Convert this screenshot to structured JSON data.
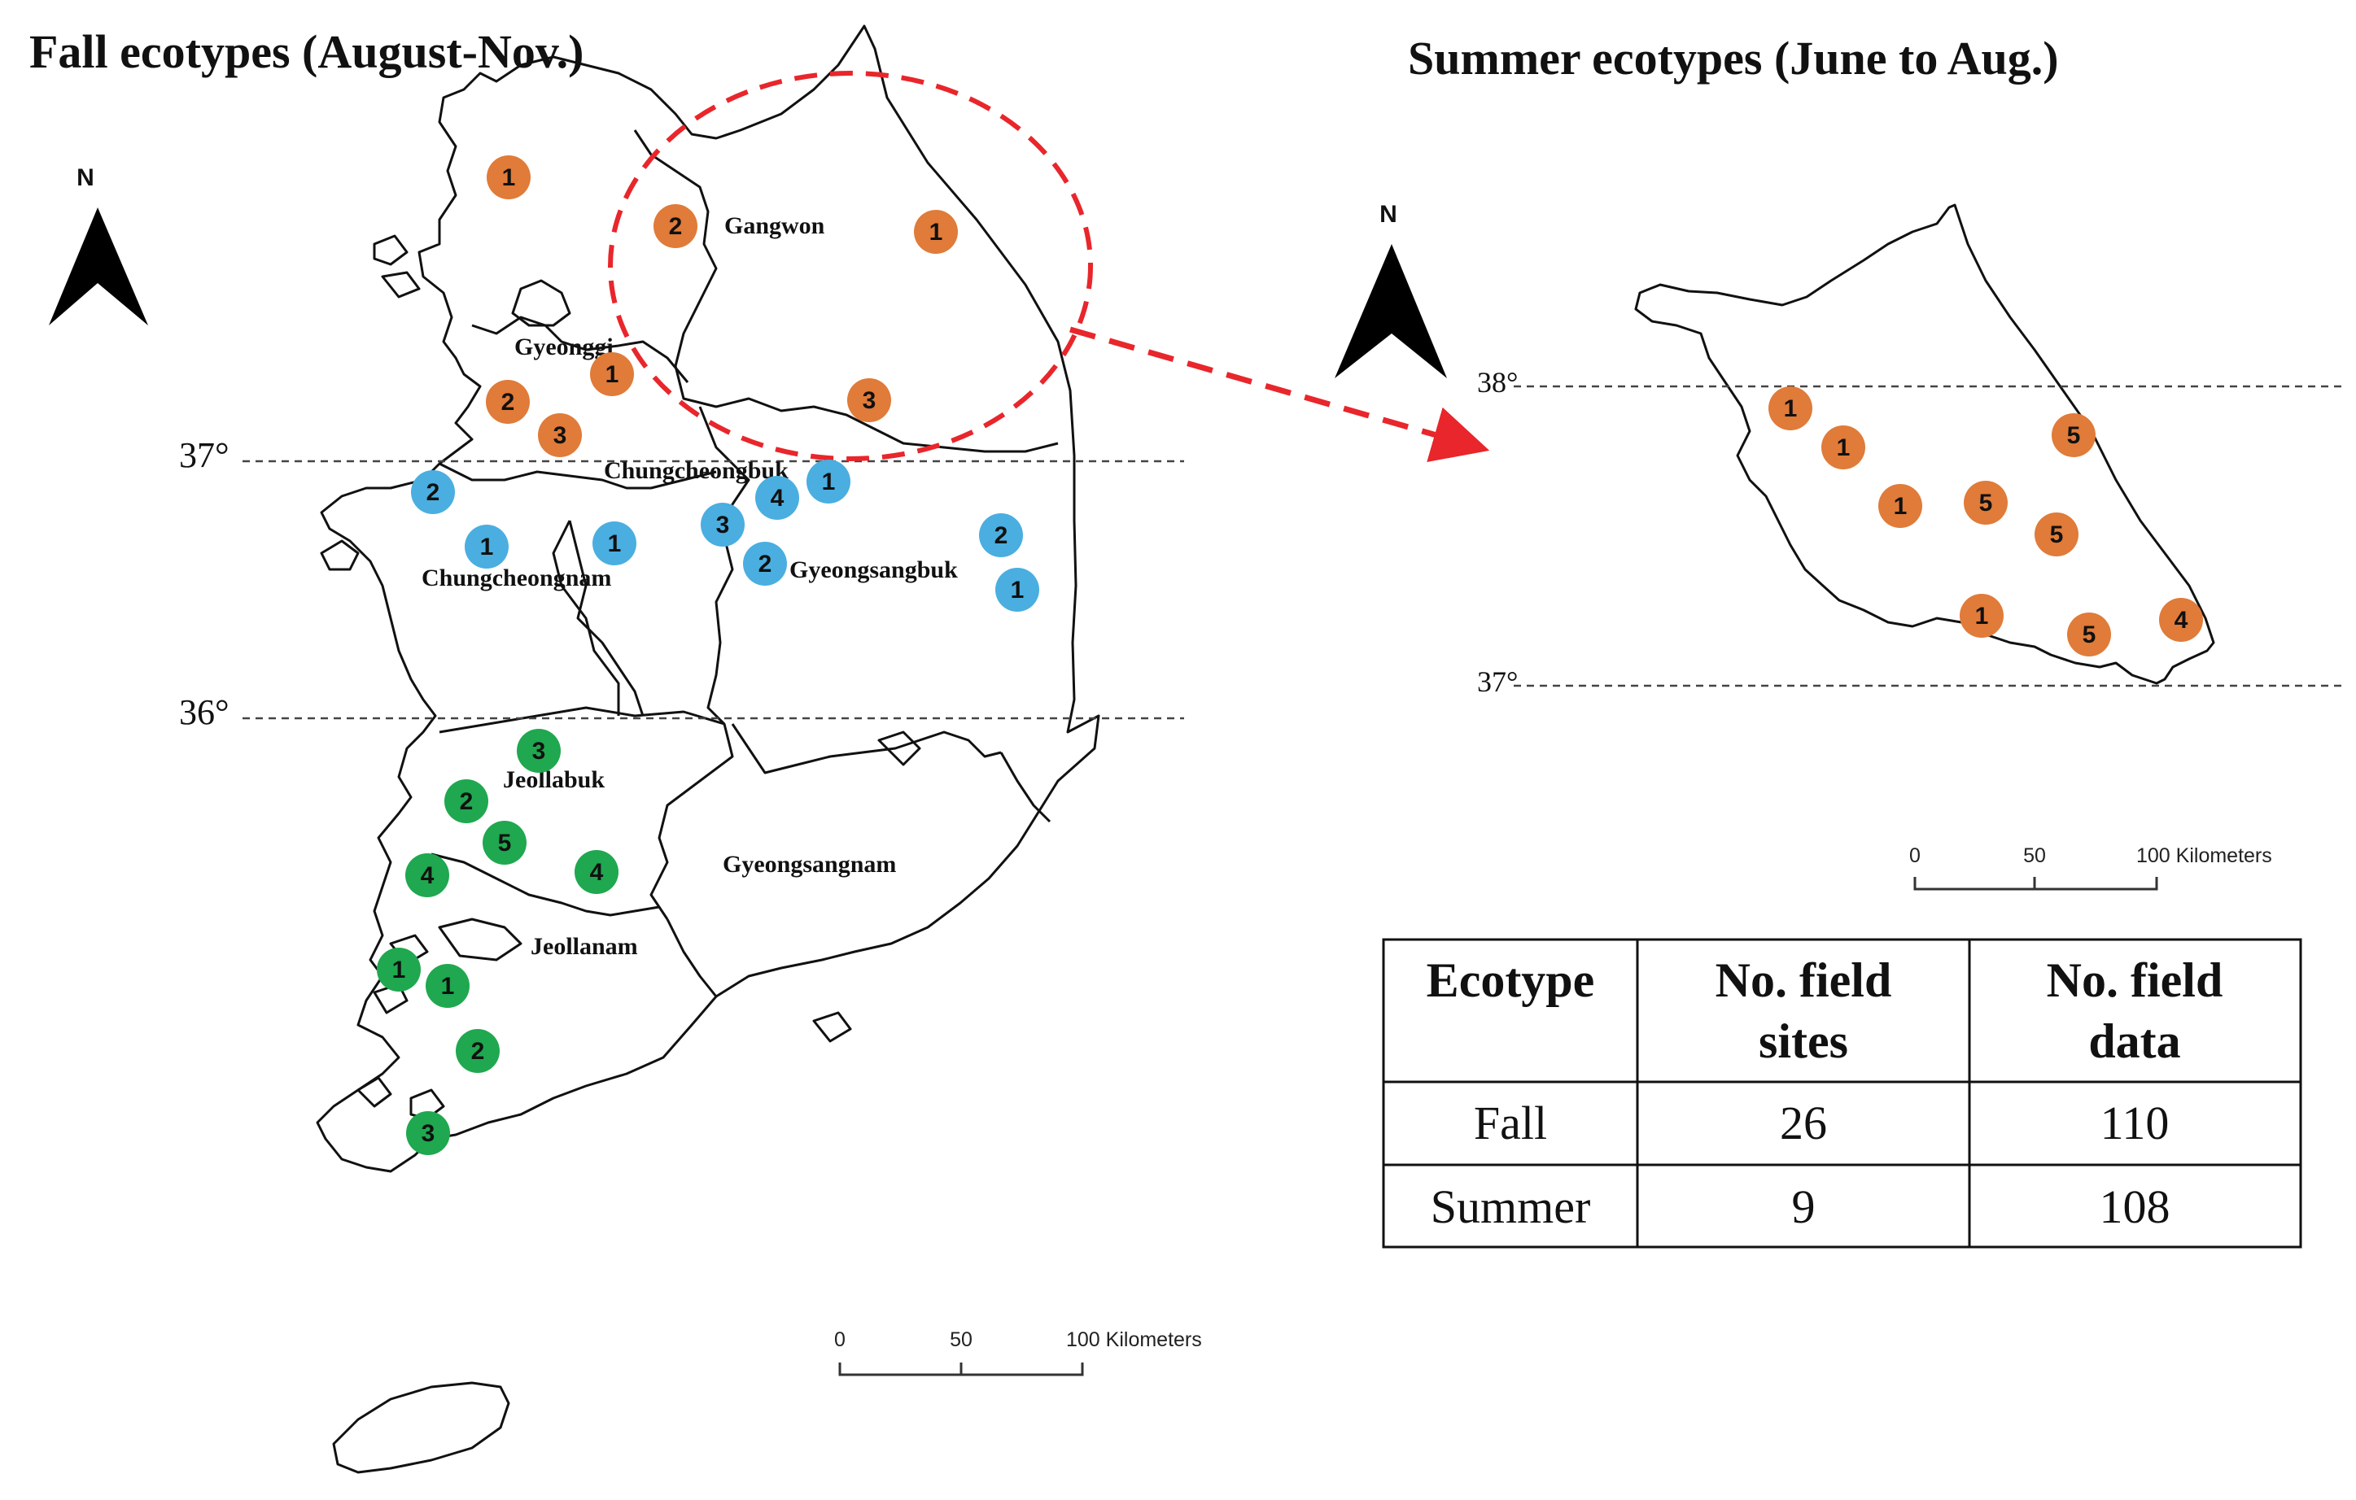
{
  "titles": {
    "fall": "Fall ecotypes (August-Nov.)",
    "summer": "Summer ecotypes (June to Aug.)"
  },
  "north_label": "N",
  "latitude_labels": {
    "main_37": "37°",
    "main_36": "36°",
    "inset_38": "38°",
    "inset_37": "37°"
  },
  "region_labels": {
    "gangwon": "Gangwon",
    "gyeonggi": "Gyeonggi",
    "chungcheongbuk": "Chungcheongbuk",
    "chungcheongnam": "Chungcheongnam",
    "gyeongsangbuk": "Gyeongsangbuk",
    "jeollabuk": "Jeollabuk",
    "gyeongsangnam": "Gyeongsangnam",
    "jeollanam": "Jeollanam"
  },
  "colors": {
    "orange": "#e07b39",
    "blue": "#4aaee0",
    "green": "#1fa84f",
    "highlight": "#e8262b"
  },
  "markers_main": [
    {
      "label": "1",
      "color": "orange"
    },
    {
      "label": "2",
      "color": "orange"
    },
    {
      "label": "1",
      "color": "orange"
    },
    {
      "label": "1",
      "color": "orange"
    },
    {
      "label": "2",
      "color": "orange"
    },
    {
      "label": "3",
      "color": "orange"
    },
    {
      "label": "3",
      "color": "orange"
    },
    {
      "label": "2",
      "color": "blue"
    },
    {
      "label": "1",
      "color": "blue"
    },
    {
      "label": "1",
      "color": "blue"
    },
    {
      "label": "3",
      "color": "blue"
    },
    {
      "label": "4",
      "color": "blue"
    },
    {
      "label": "1",
      "color": "blue"
    },
    {
      "label": "2",
      "color": "blue"
    },
    {
      "label": "2",
      "color": "blue"
    },
    {
      "label": "1",
      "color": "blue"
    },
    {
      "label": "3",
      "color": "green"
    },
    {
      "label": "2",
      "color": "green"
    },
    {
      "label": "5",
      "color": "green"
    },
    {
      "label": "4",
      "color": "green"
    },
    {
      "label": "4",
      "color": "green"
    },
    {
      "label": "1",
      "color": "green"
    },
    {
      "label": "1",
      "color": "green"
    },
    {
      "label": "2",
      "color": "green"
    },
    {
      "label": "3",
      "color": "green"
    }
  ],
  "markers_inset": [
    {
      "label": "1",
      "color": "orange"
    },
    {
      "label": "1",
      "color": "orange"
    },
    {
      "label": "5",
      "color": "orange"
    },
    {
      "label": "1",
      "color": "orange"
    },
    {
      "label": "5",
      "color": "orange"
    },
    {
      "label": "5",
      "color": "orange"
    },
    {
      "label": "1",
      "color": "orange"
    },
    {
      "label": "5",
      "color": "orange"
    },
    {
      "label": "4",
      "color": "orange"
    }
  ],
  "scale_main": {
    "ticks": [
      "0",
      "50",
      "100 Kilometers"
    ]
  },
  "scale_inset": {
    "ticks": [
      "0",
      "50",
      "100 Kilometers"
    ]
  },
  "table": {
    "headers": [
      [
        "Ecotype"
      ],
      [
        "No. field",
        "sites"
      ],
      [
        "No. field",
        "data"
      ]
    ],
    "rows": [
      [
        "Fall",
        "26",
        "110"
      ],
      [
        "Summer",
        "9",
        "108"
      ]
    ]
  }
}
